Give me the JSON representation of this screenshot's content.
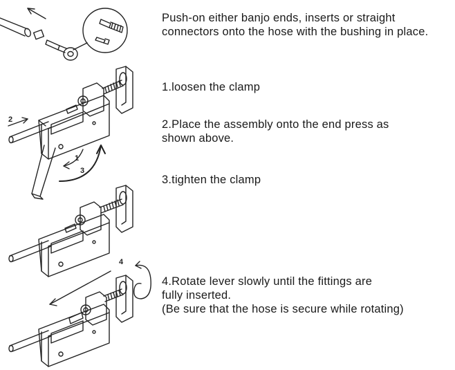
{
  "instructions": {
    "intro": "Push-on either banjo ends, inserts or straight connectors onto the hose with the bushing in place.",
    "step1": "1.loosen the clamp",
    "step2": "2.Place the assembly onto the end press as\n   shown above.",
    "step3": "3.tighten the clamp",
    "step4": "4.Rotate lever slowly until the fittings are\n   fully inserted.\n   (Be sure that the hose is secure while rotating)"
  },
  "figure_labels": {
    "push_arrow": "2",
    "lever_down": "1",
    "lever_up": "3",
    "rotate": "4"
  }
}
